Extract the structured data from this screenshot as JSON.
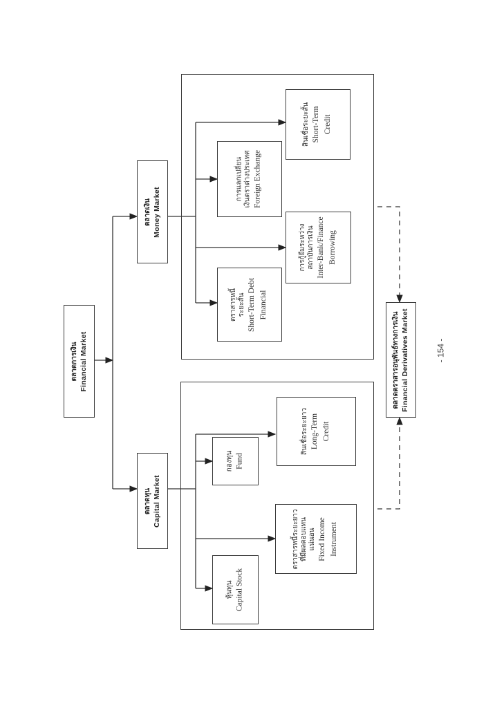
{
  "diagram": {
    "root": {
      "thai": "ตลาดการเงิน",
      "english": "Financial Market"
    },
    "money_market": {
      "thai": "ตลาดเงิน",
      "english": "Money Market",
      "children": [
        {
          "thai_lines": [
            "ตราสารหนี้",
            "ระยะสั้น"
          ],
          "english_lines": [
            "Short-Term Debt",
            "Financial"
          ]
        },
        {
          "thai_lines": [
            "การแลกเปลี่ยน",
            "เงินตราต่างประเทศ"
          ],
          "english_lines": [
            "Foreign Exchange"
          ]
        },
        {
          "thai_lines": [
            "การกู้ยืมระหว่าง",
            "สถาบันการเงิน"
          ],
          "english_lines": [
            "Inter-Bank/Finance",
            "Borrowing"
          ]
        },
        {
          "thai_lines": [
            "สินเชื่อระยะสั้น"
          ],
          "english_lines": [
            "Short-Term",
            "Credit"
          ]
        }
      ]
    },
    "capital_market": {
      "thai": "ตลาดทุน",
      "english": "Capital Market",
      "children": [
        {
          "thai_lines": [
            "หุ้นทุน"
          ],
          "english_lines": [
            "Capital Stock"
          ]
        },
        {
          "thai_lines": [
            "กองทุน"
          ],
          "english_lines": [
            "Fund"
          ]
        },
        {
          "thai_lines": [
            "ตราสารหนี้ระยะยาว",
            "ที่มีผลตอบแทน",
            "แน่นอน"
          ],
          "english_lines": [
            "Fixed Income",
            "Instrument"
          ]
        },
        {
          "thai_lines": [
            "สินเชื่อระยะยาว"
          ],
          "english_lines": [
            "Long-Term",
            "Credit"
          ]
        }
      ]
    },
    "derivatives_market": {
      "thai": "ตลาดตราสารอนุพันธ์ทางการเงิน",
      "english": "Financial Derivatives Market"
    },
    "page_number": "- 154 -"
  },
  "colors": {
    "line": "#2a2a2a",
    "text": "#2a2a2a",
    "background": "#ffffff"
  }
}
